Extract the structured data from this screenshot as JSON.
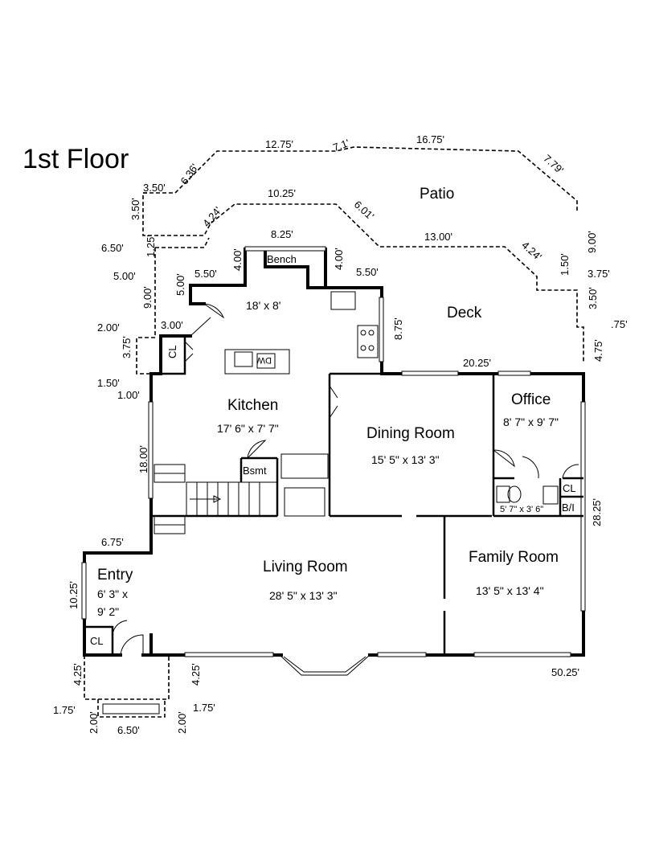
{
  "title": "1st Floor",
  "rooms": {
    "patio": {
      "name": "Patio"
    },
    "deck": {
      "name": "Deck"
    },
    "bench": {
      "name": "Bench"
    },
    "nook": {
      "size": "18' x 8'"
    },
    "kitchen": {
      "name": "Kitchen",
      "size": "17' 6\" x 7' 7\""
    },
    "dining": {
      "name": "Dining Room",
      "size": "15' 5\" x 13' 3\""
    },
    "office": {
      "name": "Office",
      "size": "8' 7\" x 9' 7\""
    },
    "half_bath": {
      "size": "5' 7\" x 3' 6\""
    },
    "living": {
      "name": "Living Room",
      "size": "28' 5\" x 13' 3\""
    },
    "family": {
      "name": "Family Room",
      "size": "13' 5\" x 13' 4\""
    },
    "entry": {
      "name": "Entry",
      "size_line1": "6' 3\" x",
      "size_line2": "9' 2\""
    },
    "bsmt": {
      "name": "Bsmt"
    },
    "cl_kitchen": {
      "name": "CL"
    },
    "cl_entry": {
      "name": "CL"
    },
    "cl_office": {
      "name": "CL"
    },
    "bi": {
      "name": "B/I"
    },
    "dw": {
      "name": "DW"
    }
  },
  "dimensions": {
    "d_12_75": "12.75'",
    "d_71": "7.1'",
    "d_16_75": "16.75'",
    "d_6_36": "6.36'",
    "d_7_79": "7.79'",
    "d_3_50_top": "3.50'",
    "d_10_25": "10.25'",
    "d_3_50_left": "3.50'",
    "d_4_24_left": "4.24'",
    "d_6_01": "6.01'",
    "d_8_25": "8.25'",
    "d_13_00": "13.00'",
    "d_6_50_left": "6.50'",
    "d_1_25": "1.25'",
    "d_4_24_right": "4.24'",
    "d_9_00_right": "9.00'",
    "d_4_00_a": "4.00'",
    "d_4_00_b": "4.00'",
    "d_5_50_a": "5.50'",
    "d_5_50_b": "5.50'",
    "d_1_50_right": "1.50'",
    "d_3_75_right": "3.75'",
    "d_5_00_a": "5.00'",
    "d_5_00_b": "5.00'",
    "d_9_00_left": "9.00'",
    "d_3_50_right": "3.50'",
    "d_75": ".75'",
    "d_2_00_left": "2.00'",
    "d_3_00": "3.00'",
    "d_8_75": "8.75'",
    "d_3_75_left": "3.75'",
    "d_4_75": "4.75'",
    "d_20_25": "20.25'",
    "d_1_50_left": "1.50'",
    "d_1_00": "1.00'",
    "d_18_00": "18.00'",
    "d_28_25": "28.25'",
    "d_6_75": "6.75'",
    "d_10_25_entry": "10.25'",
    "d_50_25": "50.25'",
    "d_4_25_a": "4.25'",
    "d_4_25_b": "4.25'",
    "d_1_75_a": "1.75'",
    "d_1_75_b": "1.75'",
    "d_2_00_a": "2.00'",
    "d_2_00_b": "2.00'",
    "d_6_50_step": "6.50'"
  }
}
